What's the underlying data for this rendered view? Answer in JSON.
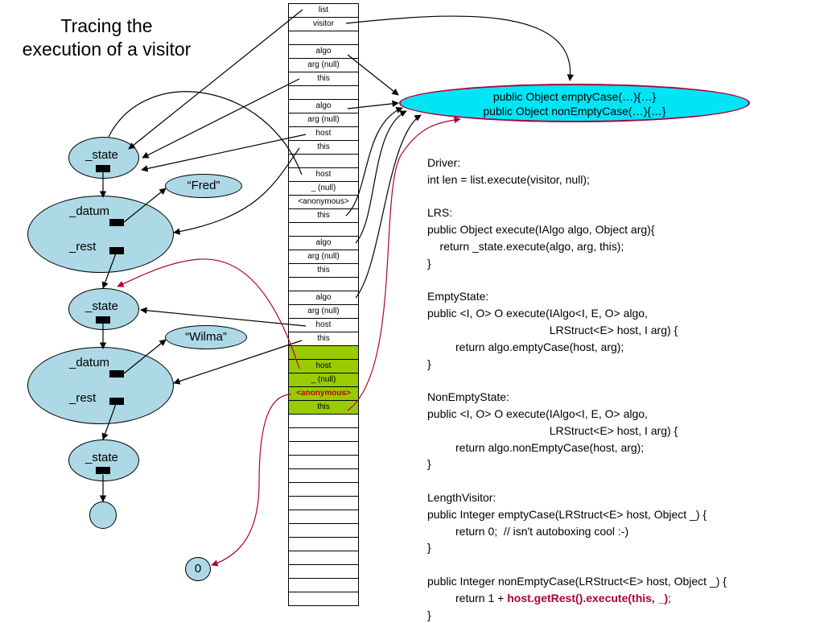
{
  "title_line1": "Tracing the",
  "title_line2": "execution of a visitor",
  "stack": {
    "cells": [
      {
        "label": "list",
        "hl": false,
        "red": false
      },
      {
        "label": "visitor",
        "hl": false,
        "red": false
      },
      {
        "label": "",
        "hl": false,
        "red": false
      },
      {
        "label": "algo",
        "hl": false,
        "red": false
      },
      {
        "label": "arg (null)",
        "hl": false,
        "red": false
      },
      {
        "label": "this",
        "hl": false,
        "red": false
      },
      {
        "label": "",
        "hl": false,
        "red": false
      },
      {
        "label": "algo",
        "hl": false,
        "red": false
      },
      {
        "label": "arg (null)",
        "hl": false,
        "red": false
      },
      {
        "label": "host",
        "hl": false,
        "red": false
      },
      {
        "label": "this",
        "hl": false,
        "red": false
      },
      {
        "label": "",
        "hl": false,
        "red": false
      },
      {
        "label": "host",
        "hl": false,
        "red": false
      },
      {
        "label": "_ (null)",
        "hl": false,
        "red": false
      },
      {
        "label": "<anonymous>",
        "hl": false,
        "red": false
      },
      {
        "label": "this",
        "hl": false,
        "red": false
      },
      {
        "label": "",
        "hl": false,
        "red": false
      },
      {
        "label": "algo",
        "hl": false,
        "red": false
      },
      {
        "label": "arg (null)",
        "hl": false,
        "red": false
      },
      {
        "label": "this",
        "hl": false,
        "red": false
      },
      {
        "label": "",
        "hl": false,
        "red": false
      },
      {
        "label": "algo",
        "hl": false,
        "red": false
      },
      {
        "label": "arg (null)",
        "hl": false,
        "red": false
      },
      {
        "label": "host",
        "hl": false,
        "red": false
      },
      {
        "label": "this",
        "hl": false,
        "red": false
      },
      {
        "label": "",
        "hl": true,
        "red": false
      },
      {
        "label": "host",
        "hl": true,
        "red": false
      },
      {
        "label": "_ (null)",
        "hl": true,
        "red": false
      },
      {
        "label": "<anonymous>",
        "hl": true,
        "red": true
      },
      {
        "label": "this",
        "hl": true,
        "red": false
      },
      {
        "label": "",
        "hl": false,
        "red": false
      },
      {
        "label": "",
        "hl": false,
        "red": false
      },
      {
        "label": "",
        "hl": false,
        "red": false
      },
      {
        "label": "",
        "hl": false,
        "red": false
      },
      {
        "label": "",
        "hl": false,
        "red": false
      },
      {
        "label": "",
        "hl": false,
        "red": false
      },
      {
        "label": "",
        "hl": false,
        "red": false
      },
      {
        "label": "",
        "hl": false,
        "red": false
      },
      {
        "label": "",
        "hl": false,
        "red": false
      },
      {
        "label": "",
        "hl": false,
        "red": false
      },
      {
        "label": "",
        "hl": false,
        "red": false
      },
      {
        "label": "",
        "hl": false,
        "red": false
      },
      {
        "label": "",
        "hl": false,
        "red": false
      },
      {
        "label": "",
        "hl": false,
        "red": false
      }
    ]
  },
  "nodes": {
    "state1": "_state",
    "datum1": "_datum",
    "rest1": "_rest",
    "state2": "_state",
    "datum2": "_datum",
    "rest2": "_rest",
    "state3": "_state",
    "fred": "“Fred”",
    "wilma": "“Wilma”",
    "zero": "0"
  },
  "visitor": {
    "line1": "public Object emptyCase(…){…}",
    "line2": "public Object nonEmptyCase(…){…}"
  },
  "code": {
    "lines": [
      "Driver:",
      "int len = list.execute(visitor, null);",
      "",
      "LRS:",
      "public Object execute(IAlgo algo, Object arg){",
      "    return _state.execute(algo, arg, this);",
      "}",
      "",
      "EmptyState:",
      "public <I, O> O execute(IAlgo<I, E, O> algo,",
      "                                       LRStruct<E> host, I arg) {",
      "         return algo.emptyCase(host, arg);",
      "}",
      "",
      "NonEmptyState:",
      "public <I, O> O execute(IAlgo<I, E, O> algo,",
      "                                       LRStruct<E> host, I arg) {",
      "         return algo.nonEmptyCase(host, arg);",
      "}",
      "",
      "LengthVisitor:",
      "public Integer emptyCase(LRStruct<E> host, Object _) {",
      "         return 0;  // isn't autoboxing cool :-)",
      "}",
      "",
      "public Integer nonEmptyCase(LRStruct<E> host, Object _) {"
    ],
    "last_prefix": "         return 1 + ",
    "last_red": "host.getRest().execute(this, _)",
    "last_suffix": ";",
    "closing": "}"
  },
  "colors": {
    "node_fill": "#add8e6",
    "highlight": "#99cc00",
    "visitor_fill": "#00e5f5",
    "accent_red": "#b0003a"
  }
}
